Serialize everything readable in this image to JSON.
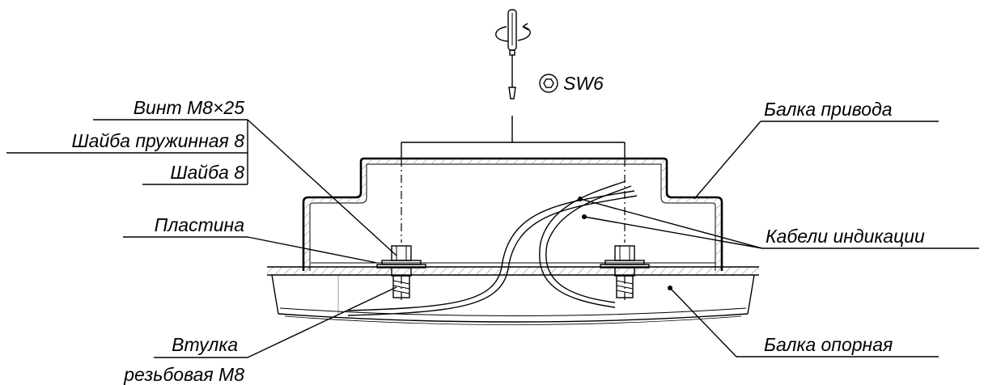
{
  "tool": {
    "size_label": "SW6",
    "tool_icon": "screwdriver-icon",
    "socket_icon": "hex-socket-icon"
  },
  "labels": {
    "screw": "Винт М8×25",
    "spring_washer": "Шайба пружинная 8",
    "washer": "Шайба 8",
    "plate": "Пластина",
    "bushing_line1": "Втулка",
    "bushing_line2": "резьбовая М8",
    "drive_beam": "Балка привода",
    "indicator_cables": "Кабели индикации",
    "support_beam": "Балка опорная"
  }
}
